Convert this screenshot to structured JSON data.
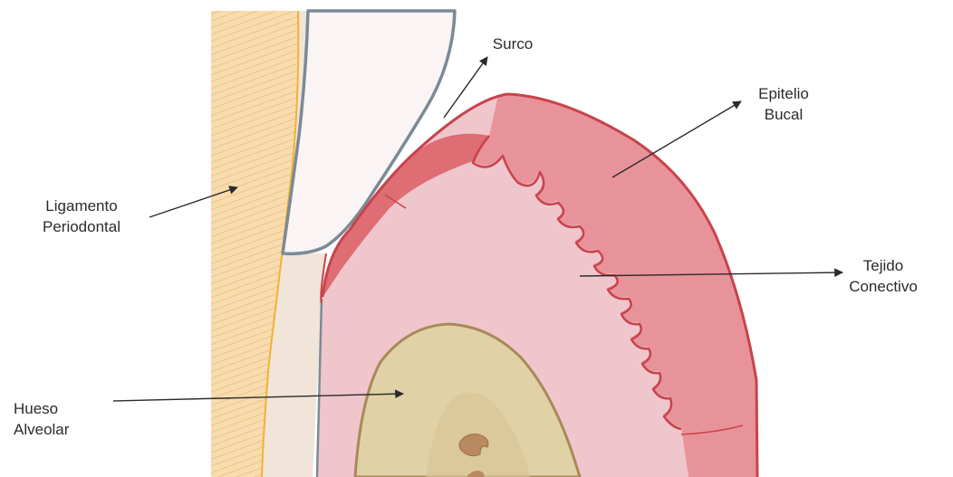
{
  "labels": {
    "surco": "Surco",
    "epitelio": [
      "Epitelio",
      "Bucal"
    ],
    "ligamento": [
      "Ligamento",
      "Periodontal"
    ],
    "tejido": [
      "Tejido",
      "Conectivo"
    ],
    "hueso": [
      "Hueso",
      "Alveolar"
    ]
  },
  "colors": {
    "ligament_fill": "#f9dcae",
    "ligament_lines": "#eec58f",
    "ligament_edge": "#f2b233",
    "cementum": "#f1e4d8",
    "enamel": "#faf2f2",
    "enamel_outline": "#7b8b95",
    "connective": "#efc7cc",
    "epithelium": "#e89198",
    "epithelium_outline": "#c8434b",
    "sulcular_epithelium": "#df6b72",
    "bone": "#e1d1a6",
    "bone_outline": "#a88a5a",
    "arrow": "#2b2b2b"
  }
}
